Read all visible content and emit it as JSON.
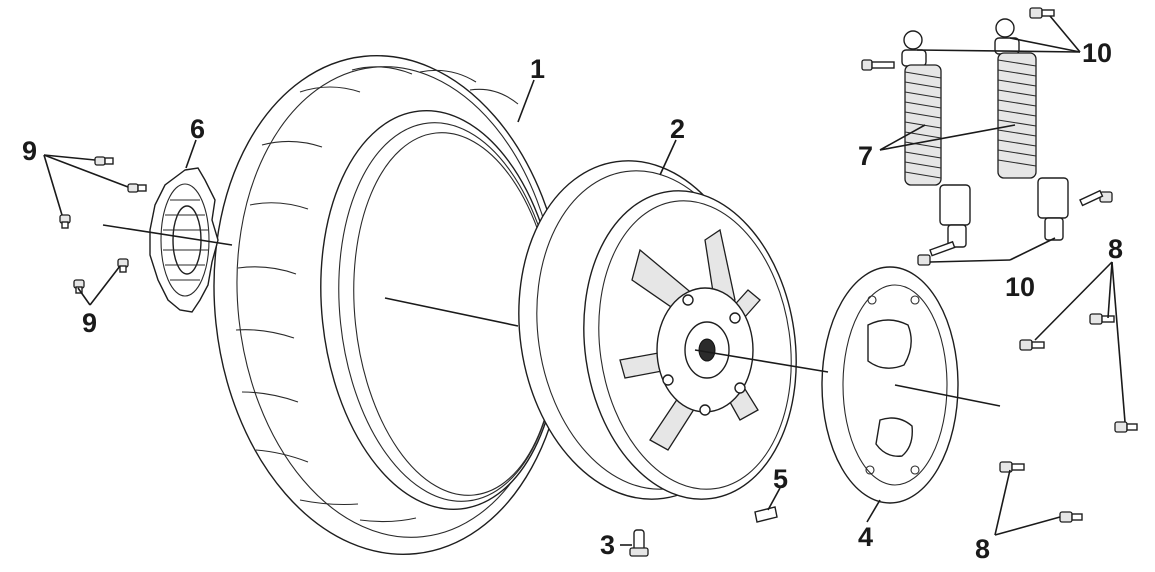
{
  "diagram": {
    "callouts": [
      {
        "id": "tire",
        "label": "1"
      },
      {
        "id": "wheel-rim",
        "label": "2"
      },
      {
        "id": "valve",
        "label": "3"
      },
      {
        "id": "brake-disc",
        "label": "4"
      },
      {
        "id": "balance-weight",
        "label": "5"
      },
      {
        "id": "sprocket-plate",
        "label": "6"
      },
      {
        "id": "shock-absorber",
        "label": "7"
      },
      {
        "id": "disc-bolts",
        "label": "8"
      },
      {
        "id": "plate-bolts",
        "label": "9"
      },
      {
        "id": "shock-bolts",
        "label": "10"
      }
    ]
  }
}
